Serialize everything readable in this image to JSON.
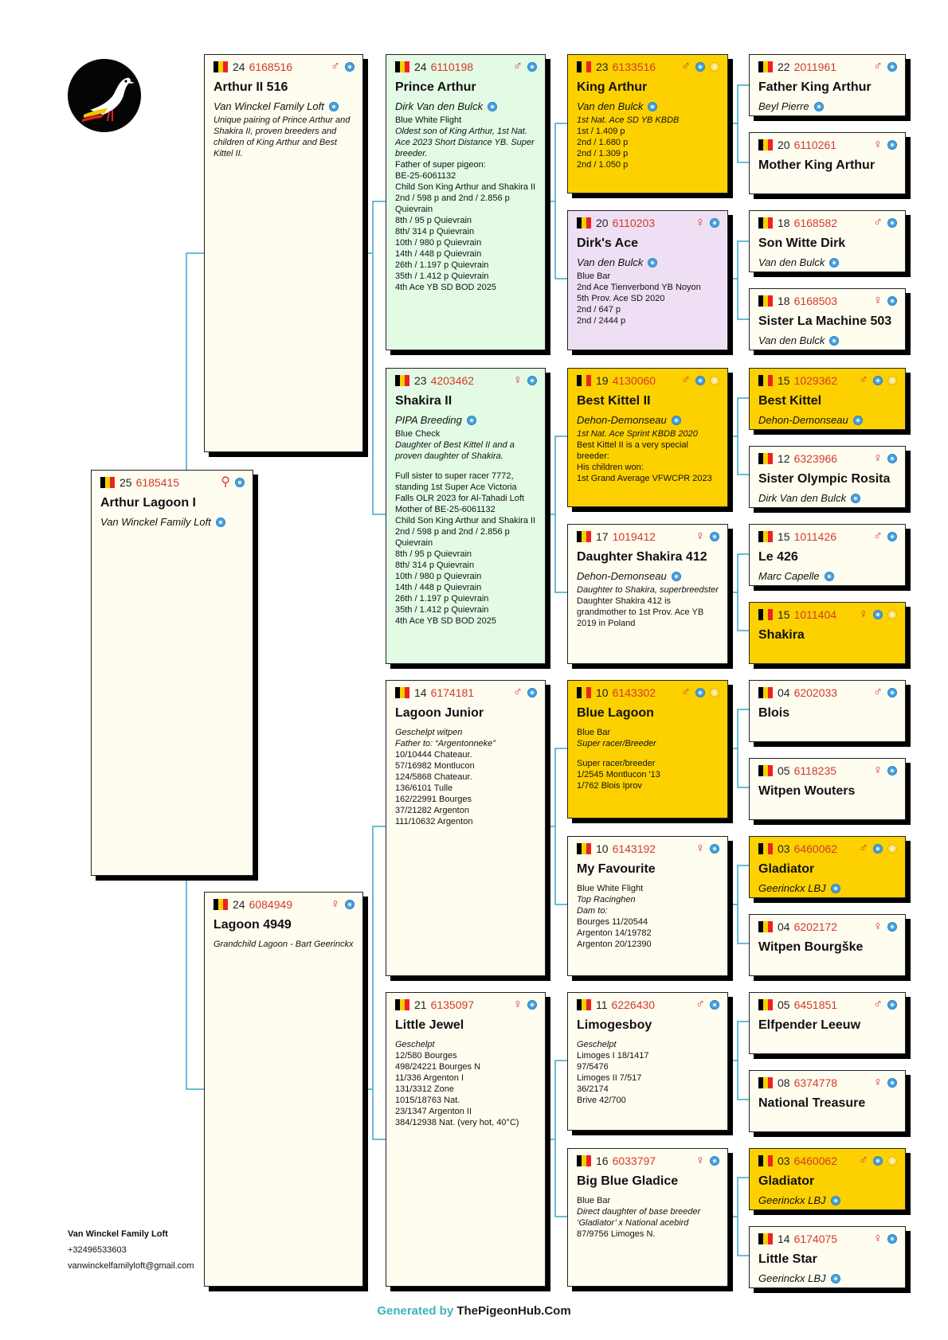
{
  "loft": {
    "name": "Van Winckel Family Loft",
    "phone": "+32496533603",
    "email": "vanwinckelfamilyloft@gmail.com"
  },
  "generated": {
    "prefix": "Generated by ",
    "site": "ThePigeonHub.Com"
  },
  "colors": {
    "ring": "#d23a2a",
    "connector": "#3ba7c7",
    "yellow": "#fdd100",
    "green": "#e3fbe5",
    "lilac": "#eedff4",
    "cream": "#fffdf0"
  },
  "pigeons": {
    "p0": {
      "year": "25",
      "ring": "6185415",
      "sex": "unknown-sex-icon",
      "name": "Arthur Lagoon I",
      "breeder": "Van Winckel Family Loft",
      "notes": []
    },
    "p1": {
      "year": "24",
      "ring": "6168516",
      "sex": "male-icon",
      "name": "Arthur II 516",
      "breeder": "Van Winckel Family Loft",
      "notes": [
        {
          "t": "Unique pairing of Prince Arthur and Shakira II, proven breeders and children of King Arthur and Best Kittel II.",
          "it": true
        }
      ]
    },
    "p2": {
      "year": "24",
      "ring": "6084949",
      "sex": "female-icon",
      "name": "Lagoon 4949",
      "breeder": "",
      "notes": [
        {
          "t": "Grandchild Lagoon - Bart Geerinckx",
          "it": true
        }
      ]
    },
    "p3": {
      "year": "24",
      "ring": "6110198",
      "sex": "male-icon",
      "name": "Prince Arthur",
      "breeder": "Dirk Van den Bulck",
      "notes": [
        {
          "t": "Blue White Flight"
        },
        {
          "t": "Oldest son of King Arthur, 1st Nat. Ace 2023 Short Distance YB. Super breeder.",
          "it": true
        },
        {
          "t": "Father of super pigeon:\nBE-25-6061132\nChild Son King Arthur and Shakira II\n2nd / 598 p and 2nd / 2.856 p\nQuievrain\n8th / 95 p Quievrain\n8th/ 314 p Quievrain\n10th / 980 p Quievrain\n14th / 448 p Quievrain\n26th / 1.197 p Quievrain\n35th / 1.412 p Quievrain\n4th Ace YB SD BOD 2025"
        }
      ]
    },
    "p4": {
      "year": "23",
      "ring": "4203462",
      "sex": "female-icon",
      "name": "Shakira II",
      "breeder": "PIPA Breeding",
      "notes": [
        {
          "t": "Blue Check"
        },
        {
          "t": "Daughter of Best Kittel II and a proven daughter of Shakira.",
          "it": true
        },
        {
          "gap": true
        },
        {
          "t": "Full sister to super racer 7772, standing 1st Super Ace Victoria Falls OLR 2023 for Al-Tahadi Loft\nMother of BE-25-6061132\nChild Son King Arthur and Shakira II\n2nd / 598 p and 2nd / 2.856 p\nQuievrain\n8th / 95 p Quievrain\n8th/ 314 p Quievrain\n10th / 980 p Quievrain\n14th / 448 p Quievrain\n26th / 1.197 p Quievrain\n35th / 1.412 p Quievrain\n4th Ace YB SD BOD 2025"
        }
      ]
    },
    "p5": {
      "year": "14",
      "ring": "6174181",
      "sex": "male-icon",
      "name": "Lagoon Junior",
      "breeder": "",
      "notes": [
        {
          "t": "Geschelpt witpen",
          "it": true
        },
        {
          "t": "Father to: “Argentonneke”",
          "it": true
        },
        {
          "t": "10/10444 Chateaur.\n57/16982 Montlucon\n124/5868 Chateaur.\n136/6101 Tulle\n162/22991 Bourges\n37/21282 Argenton\n111/10632 Argenton"
        }
      ]
    },
    "p6": {
      "year": "21",
      "ring": "6135097",
      "sex": "female-icon",
      "name": "Little Jewel",
      "breeder": "",
      "notes": [
        {
          "t": "Geschelpt",
          "it": true
        },
        {
          "t": "12/580 Bourges\n498/24221 Bourges N\n11/336 Argenton I\n131/3312 Zone\n1015/18763 Nat.\n23/1347 Argenton II\n384/12938 Nat. (very hot, 40°C)"
        }
      ]
    },
    "p7": {
      "year": "23",
      "ring": "6133516",
      "sex": "male-icon",
      "name": "King Arthur",
      "breeder": "Van den Bulck",
      "notes": [
        {
          "t": "1st Nat. Ace SD YB KBDB",
          "it": true
        },
        {
          "t": "1st / 1.409 p\n2nd / 1.680 p\n2nd / 1.309 p\n2nd / 1.050 p"
        }
      ]
    },
    "p8": {
      "year": "20",
      "ring": "6110203",
      "sex": "female-icon",
      "name": "Dirk's Ace",
      "breeder": "Van den Bulck",
      "notes": [
        {
          "t": "Blue  Bar"
        },
        {
          "t": "2nd Ace Tienverbond YB Noyon\n5th Prov. Ace SD 2020\n2nd / 647 p\n2nd / 2444 p"
        }
      ]
    },
    "p9": {
      "year": "19",
      "ring": "4130060",
      "sex": "male-icon",
      "name": "Best Kittel II",
      "breeder": "Dehon-Demonseau",
      "notes": [
        {
          "t": "1st Nat. Ace Sprint KBDB 2020",
          "it": true
        },
        {
          "t": "Best Kittel II is a very special breeder:\nHis children won:\n1st Grand Average VFWCPR 2023"
        }
      ]
    },
    "p10": {
      "year": "17",
      "ring": "1019412",
      "sex": "female-icon",
      "name": "Daughter Shakira 412",
      "breeder": "Dehon-Demonseau",
      "notes": [
        {
          "t": "Daughter to Shakira, superbreedster",
          "it": true
        },
        {
          "t": "Daughter Shakira 412 is grandmother to 1st Prov. Ace YB 2019 in Poland"
        }
      ]
    },
    "p11": {
      "year": "10",
      "ring": "6143302",
      "sex": "male-icon",
      "name": "Blue Lagoon",
      "breeder": "",
      "notes": [
        {
          "t": "Blue Bar"
        },
        {
          "t": "Super racer/Breeder",
          "it": true
        },
        {
          "gap": true
        },
        {
          "t": "Super racer/breeder\n1/2545 Montlucon '13\n1/762 Blois Iprov"
        }
      ]
    },
    "p12": {
      "year": "10",
      "ring": "6143192",
      "sex": "female-icon",
      "name": "My Favourite",
      "breeder": "",
      "notes": [
        {
          "t": "Blue White Flight"
        },
        {
          "t": "Top Racinghen",
          "it": true
        },
        {
          "t": "Dam to:",
          "it": true
        },
        {
          "t": "Bourges 11/20544\nArgenton 14/19782\nArgenton 20/12390"
        }
      ]
    },
    "p13": {
      "year": "11",
      "ring": "6226430",
      "sex": "male-icon",
      "name": "Limogesboy",
      "breeder": "",
      "notes": [
        {
          "t": "Geschelpt",
          "it": true
        },
        {
          "t": "Limoges I 18/1417\n97/5476\nLimoges II 7/517\n36/2174\nBrive 42/700"
        }
      ]
    },
    "p14": {
      "year": "16",
      "ring": "6033797",
      "sex": "female-icon",
      "name": "Big Blue Gladice",
      "breeder": "",
      "notes": [
        {
          "t": "Blue Bar"
        },
        {
          "t": "Direct daughter of base breeder ‘Gladiator’ x National acebird",
          "it": true
        },
        {
          "t": "87/9756 Limoges N."
        }
      ]
    },
    "p15": {
      "year": "22",
      "ring": "2011961",
      "sex": "male-icon",
      "name": "Father King Arthur",
      "breeder": "Beyl Pierre",
      "notes": []
    },
    "p16": {
      "year": "20",
      "ring": "6110261",
      "sex": "female-icon",
      "name": "Mother King Arthur",
      "breeder": "",
      "notes": []
    },
    "p17": {
      "year": "18",
      "ring": "6168582",
      "sex": "male-icon",
      "name": "Son Witte Dirk",
      "breeder": "Van den Bulck",
      "notes": []
    },
    "p18": {
      "year": "18",
      "ring": "6168503",
      "sex": "female-icon",
      "name": "Sister La Machine 503",
      "breeder": "Van den Bulck",
      "notes": []
    },
    "p19": {
      "year": "15",
      "ring": "1029362",
      "sex": "male-icon",
      "name": "Best Kittel",
      "breeder": "Dehon-Demonseau",
      "notes": []
    },
    "p20": {
      "year": "12",
      "ring": "6323966",
      "sex": "female-icon",
      "name": "Sister Olympic Rosita",
      "breeder": "Dirk Van den Bulck",
      "notes": []
    },
    "p21": {
      "year": "15",
      "ring": "1011426",
      "sex": "male-icon",
      "name": "Le 426",
      "breeder": "Marc Capelle",
      "notes": []
    },
    "p22": {
      "year": "15",
      "ring": "1011404",
      "sex": "female-icon",
      "name": "Shakira",
      "breeder": "",
      "notes": []
    },
    "p23": {
      "year": "04",
      "ring": "6202033",
      "sex": "male-icon",
      "name": "Blois",
      "breeder": "",
      "notes": []
    },
    "p24": {
      "year": "05",
      "ring": "6118235",
      "sex": "female-icon",
      "name": "Witpen Wouters",
      "breeder": "",
      "notes": []
    },
    "p25": {
      "year": "03",
      "ring": "6460062",
      "sex": "male-icon",
      "name": "Gladiator",
      "breeder": "Geerinckx LBJ",
      "notes": []
    },
    "p26": {
      "year": "04",
      "ring": "6202172",
      "sex": "female-icon",
      "name": "Witpen Bourgške",
      "breeder": "",
      "notes": []
    },
    "p27": {
      "year": "05",
      "ring": "6451851",
      "sex": "male-icon",
      "name": "Elfpender Leeuw",
      "breeder": "",
      "notes": []
    },
    "p28": {
      "year": "08",
      "ring": "6374778",
      "sex": "female-icon",
      "name": "National Treasure",
      "breeder": "",
      "notes": []
    },
    "p29": {
      "year": "03",
      "ring": "6460062",
      "sex": "male-icon",
      "name": "Gladiator",
      "breeder": "Geerinckx LBJ",
      "notes": []
    },
    "p30": {
      "year": "14",
      "ring": "6174075",
      "sex": "female-icon",
      "name": "Little Star",
      "breeder": "Geerinckx LBJ",
      "notes": []
    }
  }
}
